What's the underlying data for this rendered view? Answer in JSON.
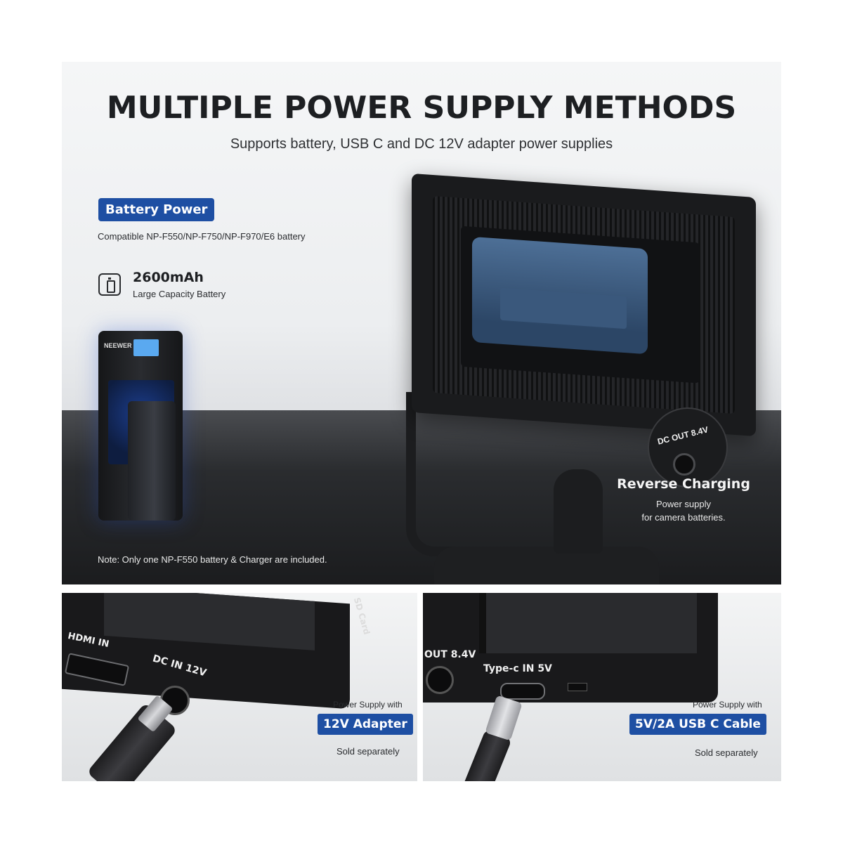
{
  "header": {
    "title": "MULTIPLE POWER SUPPLY METHODS",
    "subtitle": "Supports battery, USB C and DC 12V adapter power supplies"
  },
  "battery_power": {
    "badge": "Battery Power",
    "compatible": "Compatible NP-F550/NP-F750/NP-F970/E6 battery",
    "capacity_value": "2600mAh",
    "capacity_label": "Large Capacity Battery",
    "capacity_icon": "battery-icon"
  },
  "charger": {
    "brand": "NEEWER",
    "accent_color": "#2a5fd0"
  },
  "note": "Note: Only one NP-F550 battery & Charger are included.",
  "reverse_charging": {
    "port_label": "DC OUT 8.4V",
    "title": "Reverse Charging",
    "line1": "Power supply",
    "line2": "for camera batteries."
  },
  "adapter_panel": {
    "hdmi_label": "HDMI IN",
    "dc_label": "DC IN 12V",
    "sd_label": "SD Card",
    "supply_small": "Power Supply with",
    "supply_badge": "12V Adapter",
    "sold": "Sold separately"
  },
  "usbc_panel": {
    "out_label": "OUT 8.4V",
    "typec_label": "Type-c IN 5V",
    "supply_small": "Power Supply with",
    "supply_badge": "5V/2A USB C Cable",
    "sold": "Sold separately"
  },
  "colors": {
    "badge_blue": "#1e4fa3",
    "title_dark": "#1d1f22"
  }
}
